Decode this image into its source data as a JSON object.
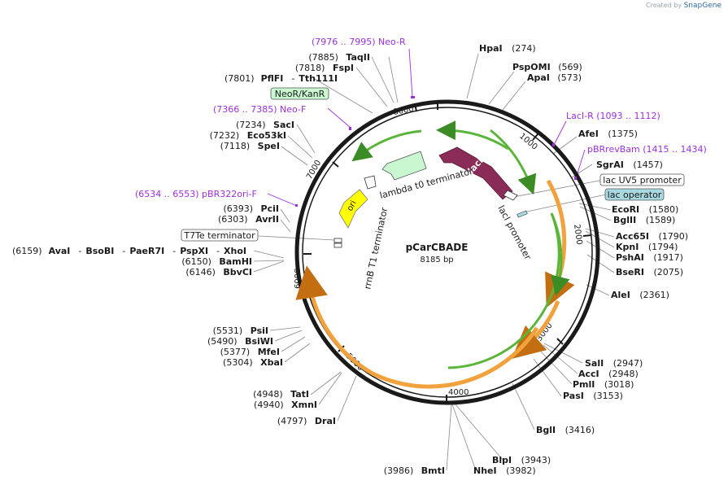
{
  "watermark": {
    "prefix": "Created by",
    "brand": "SnapGene"
  },
  "plasmid": {
    "name": "pCarCBADE",
    "size_label": "8185 bp",
    "length": 8185
  },
  "ticks": [
    "1000",
    "2000",
    "3000",
    "4000",
    "5000",
    "6000",
    "7000",
    "8000"
  ],
  "features": [
    {
      "name": "NeoR/KanR",
      "kind": "cds-arrow",
      "color": "#b6f2c4"
    },
    {
      "name": "lacI",
      "kind": "cds-arrow",
      "color": "#8b2b57"
    },
    {
      "name": "lacI promoter",
      "kind": "promoter"
    },
    {
      "name": "lambda t0 terminator",
      "kind": "terminator"
    },
    {
      "name": "ori",
      "kind": "rep-origin",
      "color": "#ffff00"
    },
    {
      "name": "rrnB T1 terminator",
      "kind": "terminator"
    },
    {
      "name": "lac UV5 promoter",
      "kind": "boxed-label"
    },
    {
      "name": "lac operator",
      "kind": "boxed-label",
      "color": "#a8d9e0"
    },
    {
      "name": "T7Te terminator",
      "kind": "boxed-label"
    }
  ],
  "primers": [
    {
      "text": "(7976 .. 7995)  Neo-R"
    },
    {
      "text": "(7366 .. 7385)  Neo-F"
    },
    {
      "text": "LacI-R   (1093 .. 1112)"
    },
    {
      "text": "pBRrevBam   (1415 .. 1434)"
    },
    {
      "text": "(6534 .. 6553)  pBR322ori-F"
    }
  ],
  "sites_right": [
    {
      "name": "HpaI",
      "pos": "(274)"
    },
    {
      "name": "PspOMI",
      "pos": "(569)"
    },
    {
      "name": "ApaI",
      "pos": "(573)"
    },
    {
      "name": "AfeI",
      "pos": "(1375)"
    },
    {
      "name": "SgrAI",
      "pos": "(1457)"
    },
    {
      "name": "EcoRI",
      "pos": "(1580)"
    },
    {
      "name": "BglII",
      "pos": "(1589)"
    },
    {
      "name": "Acc65I",
      "pos": "(1790)"
    },
    {
      "name": "KpnI",
      "pos": "(1794)"
    },
    {
      "name": "PshAI",
      "pos": "(1917)"
    },
    {
      "name": "BseRI",
      "pos": "(2075)"
    },
    {
      "name": "AleI",
      "pos": "(2361)"
    },
    {
      "name": "SalI",
      "pos": "(2947)"
    },
    {
      "name": "AccI",
      "pos": "(2948)"
    },
    {
      "name": "PmlI",
      "pos": "(3018)"
    },
    {
      "name": "PasI",
      "pos": "(3153)"
    },
    {
      "name": "BglI",
      "pos": "(3416)"
    },
    {
      "name": "BlpI",
      "pos": "(3943)"
    },
    {
      "name": "NheI",
      "pos": "(3982)"
    }
  ],
  "sites_left": [
    {
      "name": "BmtI",
      "pos": "(3986)"
    },
    {
      "name": "DraI",
      "pos": "(4797)"
    },
    {
      "name": "XmnI",
      "pos": "(4940)"
    },
    {
      "name": "TatI",
      "pos": "(4948)"
    },
    {
      "name": "XbaI",
      "pos": "(5304)"
    },
    {
      "name": "MfeI",
      "pos": "(5377)"
    },
    {
      "name": "BsiWI",
      "pos": "(5490)"
    },
    {
      "name": "PsiI",
      "pos": "(5531)"
    },
    {
      "name": "BbvCI",
      "pos": "(6146)"
    },
    {
      "name": "BamHI",
      "pos": "(6150)"
    },
    {
      "name": "AvrII",
      "pos": "(6303)"
    },
    {
      "name": "PciI",
      "pos": "(6393)"
    },
    {
      "name": "SpeI",
      "pos": "(7118)"
    },
    {
      "name": "Eco53kI",
      "pos": "(7232)"
    },
    {
      "name": "SacI",
      "pos": "(7234)"
    },
    {
      "name": "FspI",
      "pos": "(7818)"
    },
    {
      "name": "TaqII",
      "pos": "(7885)"
    }
  ],
  "multi_sites": [
    {
      "pos": "(6159)",
      "names": [
        "AvaI",
        "BsoBI",
        "PaeR7I",
        "PspXI",
        "XhoI"
      ]
    },
    {
      "pos": "(7801)",
      "names": [
        "PflFI",
        "Tth111I"
      ]
    }
  ],
  "colors": {
    "backbone": "#1a1a1a",
    "cds_green": "#5bb53a",
    "orange_arc": "#f2a23c",
    "primer": "#9b30d9",
    "lac_operator": "#a8d9e0",
    "lacI": "#8b2b57"
  }
}
